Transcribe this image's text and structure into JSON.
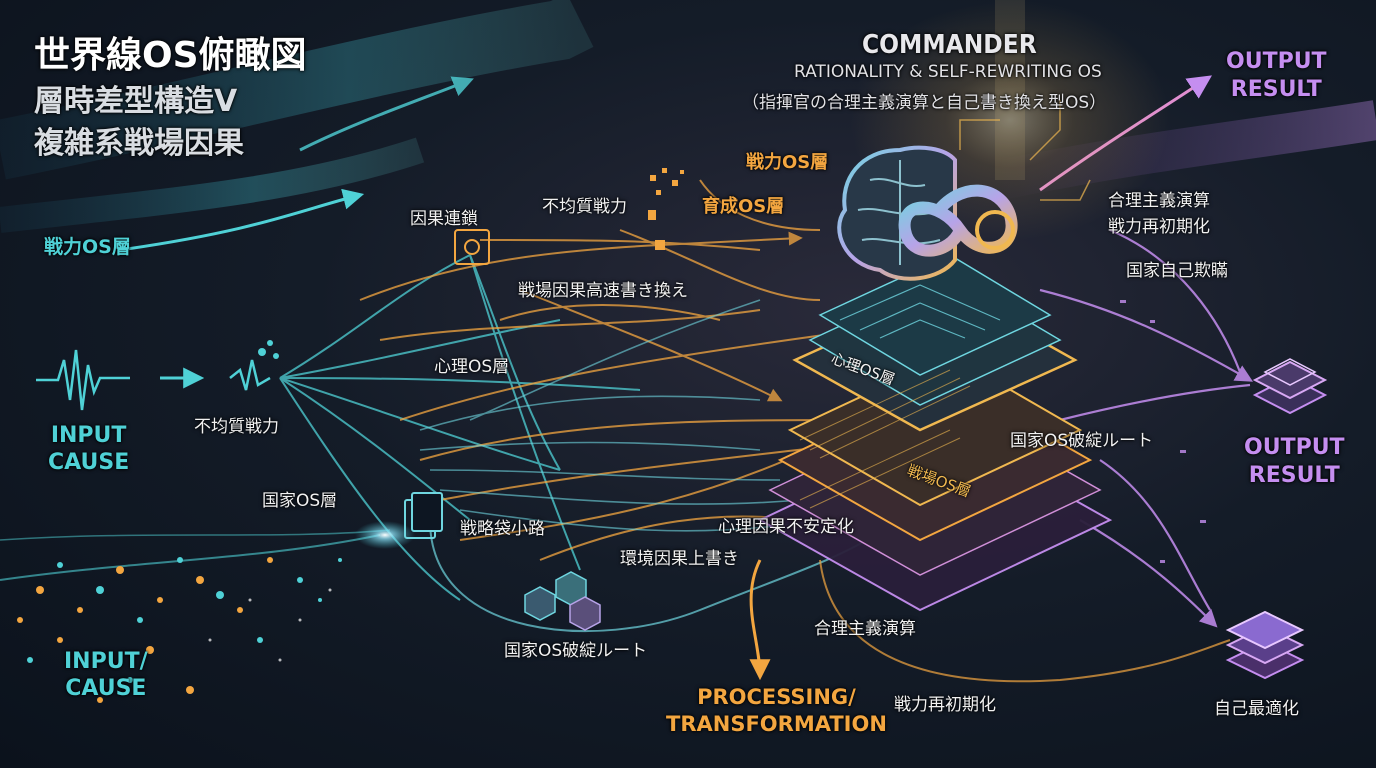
{
  "title": {
    "main": "世界線OS俯瞰図",
    "line2": "層時差型構造V",
    "line3": "複雑系戦場因果"
  },
  "commander": {
    "title": "COMMANDER",
    "subtitle": "RATIONALITY & SELF-REWRITING OS",
    "subtitle_ja": "（指揮官の合理主義演算と自己書き換え型OS）"
  },
  "inputs": {
    "input_cause_1": [
      "INPUT",
      "CAUSE"
    ],
    "input_cause_2": [
      "INPUT/",
      "CAUSE"
    ]
  },
  "outputs": {
    "output_top": [
      "OUTPUT",
      "RESULT"
    ],
    "output_mid": [
      "OUTPUT",
      "RESULT"
    ]
  },
  "processing": [
    "PROCESSING/",
    "TRANSFORMATION"
  ],
  "labels": {
    "senryoku_os_left": "戦力OS層",
    "fukinshitsu_left": "不均質戦力",
    "kokka_os_left": "国家OS層",
    "inga_rensa": "因果連鎖",
    "fukinshitsu_top": "不均質戦力",
    "ikusei_os": "育成OS層",
    "senryoku_os_top": "戦力OS層",
    "senjo_rewrite": "戦場因果高速書き換え",
    "shinri_os": "心理OS層",
    "senryaku_fukuro": "戦略袋小路",
    "shinri_fuantei": "心理因果不安定化",
    "kankyo_uwagaki": "環境因果上書き",
    "kokka_hatan_bottom": "国家OS破綻ルート",
    "gouri_enzan_bottom": "合理主義演算",
    "senryoku_reshoki_bottom": "戦力再初期化",
    "gouri_enzan_right": "合理主義演算",
    "senryoku_reshoki_right": "戦力再初期化",
    "kokka_jiko_gimann": "国家自己欺瞞",
    "kokka_hatan_right": "国家OS破綻ルート",
    "jiko_saitekika": "自己最適化",
    "layer_shinri": "心理OS層",
    "layer_senjo": "戦場OS層"
  },
  "colors": {
    "cyan": "#4fd1d6",
    "orange": "#f3a640",
    "purple": "#c58ef0",
    "gold": "#f0b850",
    "background": "#0d1622"
  }
}
